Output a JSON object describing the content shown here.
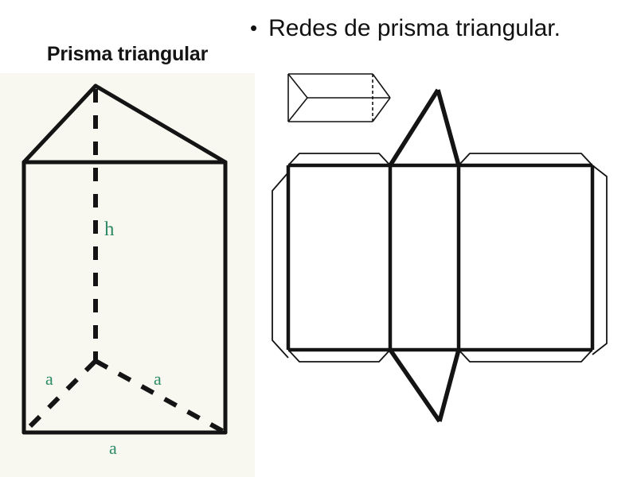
{
  "slide": {
    "background_color": "#ffffff",
    "left_panel_background": "#f8f8f1",
    "ink_color": "#111111",
    "label_color": "#2e8b63"
  },
  "left": {
    "title": "Prisma triangular",
    "figure_name": "triangular-prism-solid-diagram",
    "labels": {
      "height": "h",
      "side_left": "a",
      "side_right": "a",
      "side_bottom": "a"
    }
  },
  "right": {
    "bullet_marker": "•",
    "bullet_text": "Redes de prisma triangular.",
    "solid_icon_name": "triangular-prism-3d-icon",
    "net_name": "triangular-prism-net-diagram"
  },
  "chart_data": {
    "type": "diagram",
    "title": "Prisma triangular",
    "subtitle": "Redes de prisma triangular.",
    "figures": [
      {
        "name": "triangular-prism-solid-diagram",
        "description": "Triangular prism drawn as a rectangle with a triangle on top; dashed lines show the hidden height and the hidden base triangle.",
        "annotations": [
          {
            "label": "h",
            "meaning": "height",
            "position": "center-vertical-dashed"
          },
          {
            "label": "a",
            "meaning": "base-edge-left",
            "position": "lower-left"
          },
          {
            "label": "a",
            "meaning": "base-edge-right",
            "position": "lower-right"
          },
          {
            "label": "a",
            "meaning": "base-edge-front",
            "position": "bottom"
          }
        ]
      },
      {
        "name": "triangular-prism-3d-icon",
        "description": "Small horizontal 3D triangular prism with one dashed hidden edge."
      },
      {
        "name": "triangular-prism-net-diagram",
        "description": "Unfolded net: three rectangles in a row, one equilateral triangle on top of the middle rectangle, one equilateral triangle below the middle rectangle, plus glue tabs on the outer edges.",
        "faces": {
          "rectangles": 3,
          "triangles": 2,
          "tabs": 6
        }
      }
    ]
  }
}
